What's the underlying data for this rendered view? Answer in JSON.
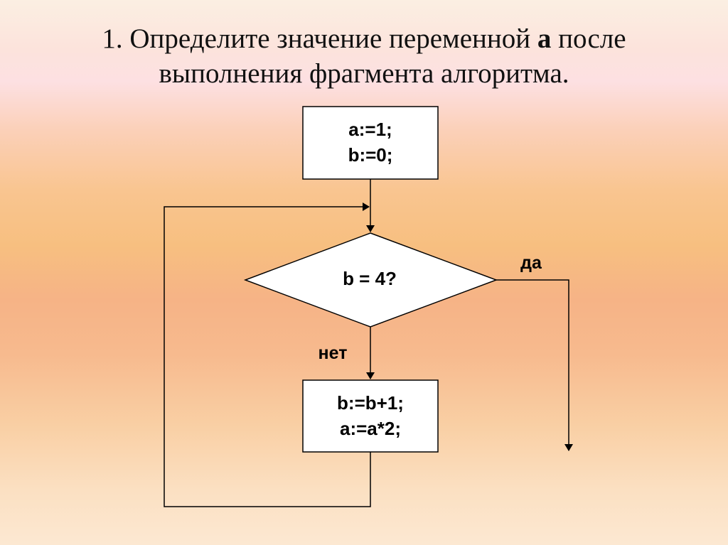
{
  "title": {
    "line1_prefix": "1. Определите значение переменной ",
    "line1_var": "а",
    "line1_suffix": " после",
    "line2": "выполнения фрагмента алгоритма."
  },
  "flowchart": {
    "init_block": {
      "line1": "a:=1;",
      "line2": "b:=0;"
    },
    "condition": "b = 4?",
    "yes_label": "да",
    "no_label": "нет",
    "loop_block": {
      "line1": "b:=b+1;",
      "line2": "a:=a*2;"
    }
  }
}
